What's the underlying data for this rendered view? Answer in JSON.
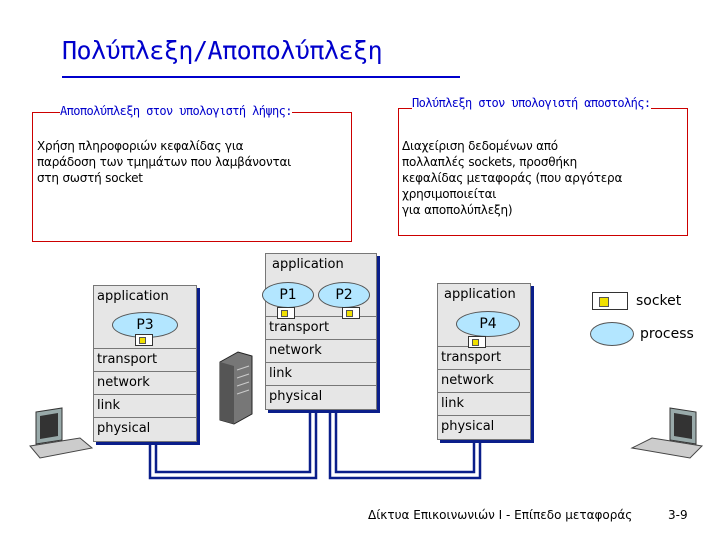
{
  "title": "Πολύπλεξη/Αποπολύπλεξη",
  "receiver_callout": {
    "label": "Αποπολύπλεξη στον υπολογιστή λήψης:",
    "text_lines": [
      "Χρήση πληροφοριών κεφαλίδας για",
      "παράδοση των τμημάτων που λαμβάνονται",
      "στη σωστή socket"
    ]
  },
  "sender_callout": {
    "label": "Πολύπλεξη στον υπολογιστή αποστολής:",
    "text_lines": [
      "Διαχείριση δεδομένων από",
      "πολλαπλές sockets, προσθήκη",
      "κεφαλίδας μεταφοράς (που αργότερα",
      "χρησιμοποιείται",
      "για αποπολύπλεξη)"
    ]
  },
  "hosts": {
    "left": {
      "layers": [
        "application",
        "transport",
        "network",
        "link",
        "physical"
      ],
      "process": "P3"
    },
    "middle": {
      "layers": [
        "application",
        "transport",
        "network",
        "link",
        "physical"
      ],
      "processes": [
        "P1",
        "P2"
      ]
    },
    "right": {
      "layers": [
        "application",
        "transport",
        "network",
        "link",
        "physical"
      ],
      "process": "P4"
    }
  },
  "legend": {
    "socket": "socket",
    "process": "process"
  },
  "footer": {
    "course": "Δίκτυα Επικοινωνιών Ι - Επίπεδο μεταφοράς",
    "page": "3-9"
  },
  "colors": {
    "title": "#0000cc",
    "callout_border": "#cc0000",
    "process_fill": "#b3e6ff",
    "socket_fill": "#f0e000",
    "link_line": "#0a1e8a",
    "stack_fill": "#e6e6e6"
  }
}
